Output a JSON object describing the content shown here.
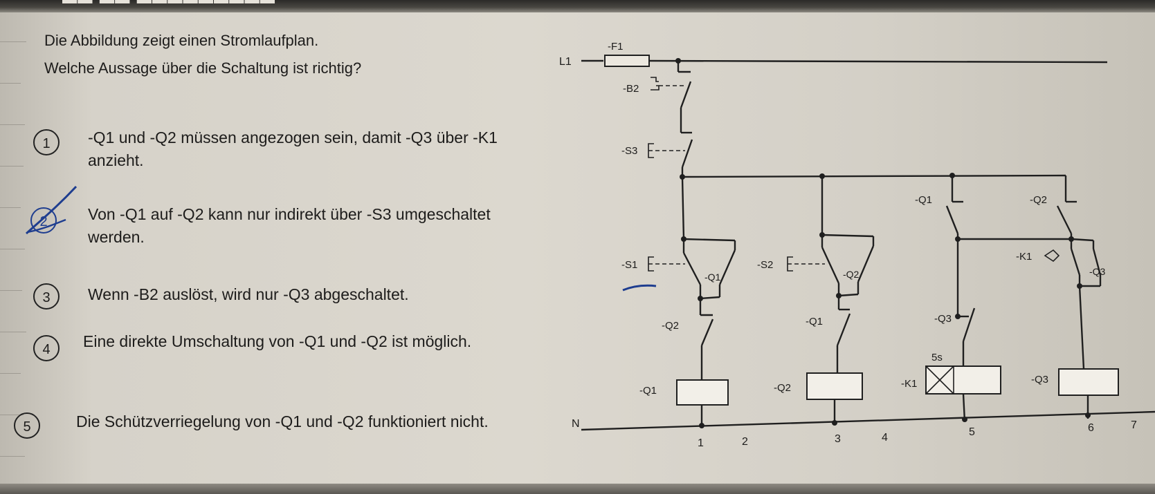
{
  "intro": {
    "line1": "Die Abbildung zeigt einen Stromlaufplan.",
    "line2": "Welche Aussage über die Schaltung ist richtig?"
  },
  "options": [
    {
      "number": "1",
      "text": "-Q1 und -Q2 müssen angezogen sein, damit -Q3 über -K1 anzieht."
    },
    {
      "number": "2",
      "text": "Von -Q1 auf -Q2 kann nur indirekt über -S3 umgeschaltet werden.",
      "marked": true
    },
    {
      "number": "3",
      "text": "Wenn -B2 auslöst, wird nur -Q3 abgeschaltet."
    },
    {
      "number": "4",
      "text": "Eine direkte Umschaltung von -Q1 und -Q2 ist möglich."
    },
    {
      "number": "5",
      "text": "Die Schützverriegelung von -Q1 und -Q2 funktioniert nicht."
    }
  ],
  "diagram": {
    "L1": "L1",
    "N": "N",
    "F1": "-F1",
    "B2": "-B2",
    "S3": "-S3",
    "S1": "-S1",
    "S2": "-S2",
    "Q1_contact_p1": "-Q1",
    "Q2_contact_p2": "-Q2",
    "Q2_interlock_p1": "-Q2",
    "Q1_interlock_p2": "-Q1",
    "Q1_contact_top": "-Q1",
    "Q2_contact_top": "-Q2",
    "K1_contact": "-K1",
    "Q3_contact_self": "-Q3",
    "Q3_contact_p4": "-Q3",
    "timer_label": "5s",
    "coil_Q1": "-Q1",
    "coil_Q2": "-Q2",
    "coil_K1": "-K1",
    "coil_Q3": "-Q3",
    "paths": [
      "1",
      "2",
      "3",
      "4",
      "5",
      "6",
      "7"
    ]
  }
}
